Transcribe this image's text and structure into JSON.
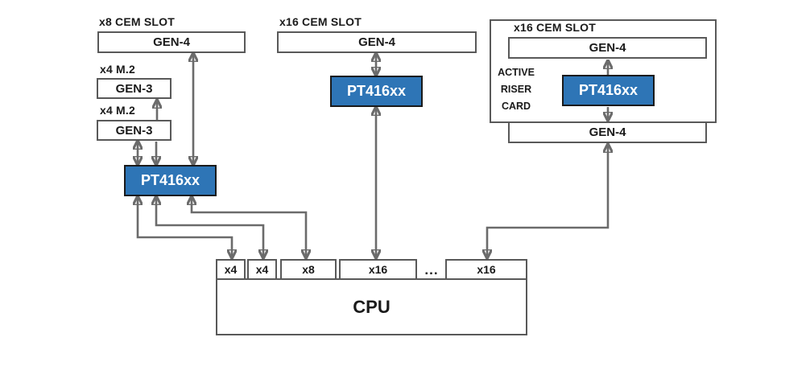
{
  "left_slot": {
    "label": "x8 CEM SLOT",
    "gen": "GEN-4"
  },
  "m2_slot_1": {
    "label": "x4 M.2",
    "gen": "GEN-3"
  },
  "m2_slot_2": {
    "label": "x4 M.2",
    "gen": "GEN-3"
  },
  "retimer_left": {
    "label": "PT416xx"
  },
  "mid_slot": {
    "label": "x16 CEM SLOT",
    "gen": "GEN-4"
  },
  "retimer_mid": {
    "label": "PT416xx"
  },
  "riser": {
    "slot_label": "x16 CEM SLOT",
    "gen_top": "GEN-4",
    "card_label": [
      "ACTIVE",
      "RISER",
      "CARD"
    ],
    "retimer": "PT416xx",
    "gen_bottom": "GEN-4"
  },
  "cpu": {
    "label": "CPU",
    "ports": [
      "x4",
      "x4",
      "x8",
      "x16",
      "x16"
    ],
    "ellipsis": "..."
  },
  "colors": {
    "retimer_fill": "#2e75b6",
    "retimer_border": "#1a1a1a",
    "retimer_text": "#ffffff",
    "box_border": "#595959",
    "arrow": "#6b6b6b",
    "text": "#1a1a1a",
    "background": "#ffffff"
  }
}
